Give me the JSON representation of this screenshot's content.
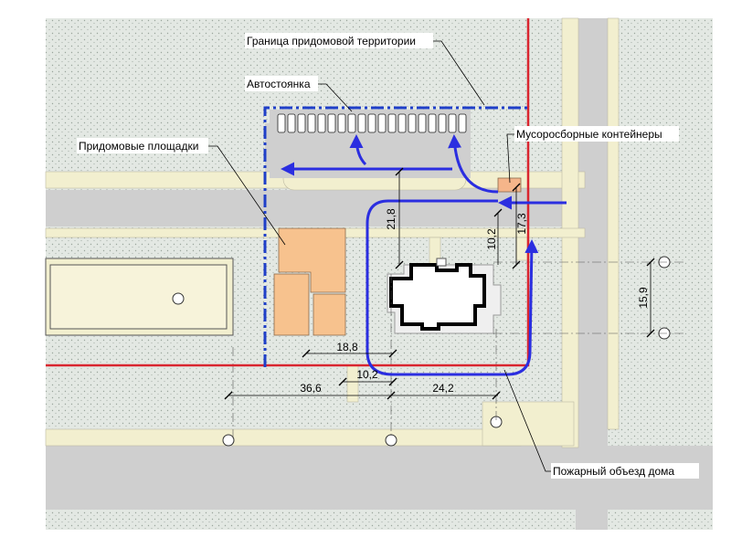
{
  "labels": {
    "boundary": "Граница придомовой территории",
    "parking": "Автостоянка",
    "playgrounds": "Придомовые площадки",
    "waste": "Мусоросборные контейнеры",
    "fire_route": "Пожарный объезд дома"
  },
  "dimensions": {
    "d21_8": "21,8",
    "d17_3": "17,3",
    "d10_2_right": "10,2",
    "d15_9": "15,9",
    "d18_8": "18,8",
    "d10_2_bottom": "10,2",
    "d36_6": "36,6",
    "d24_2": "24,2"
  },
  "colors": {
    "boundary_red": "#d9252f",
    "territory_blue": "#1f3fc8",
    "fire_route_blue": "#2b2ee0",
    "playground_fill": "#f7c28e",
    "waste_fill": "#f5b58a",
    "lawn": "#dde3de",
    "road": "#cfcfcf",
    "sidewalk": "#f2efcf"
  }
}
